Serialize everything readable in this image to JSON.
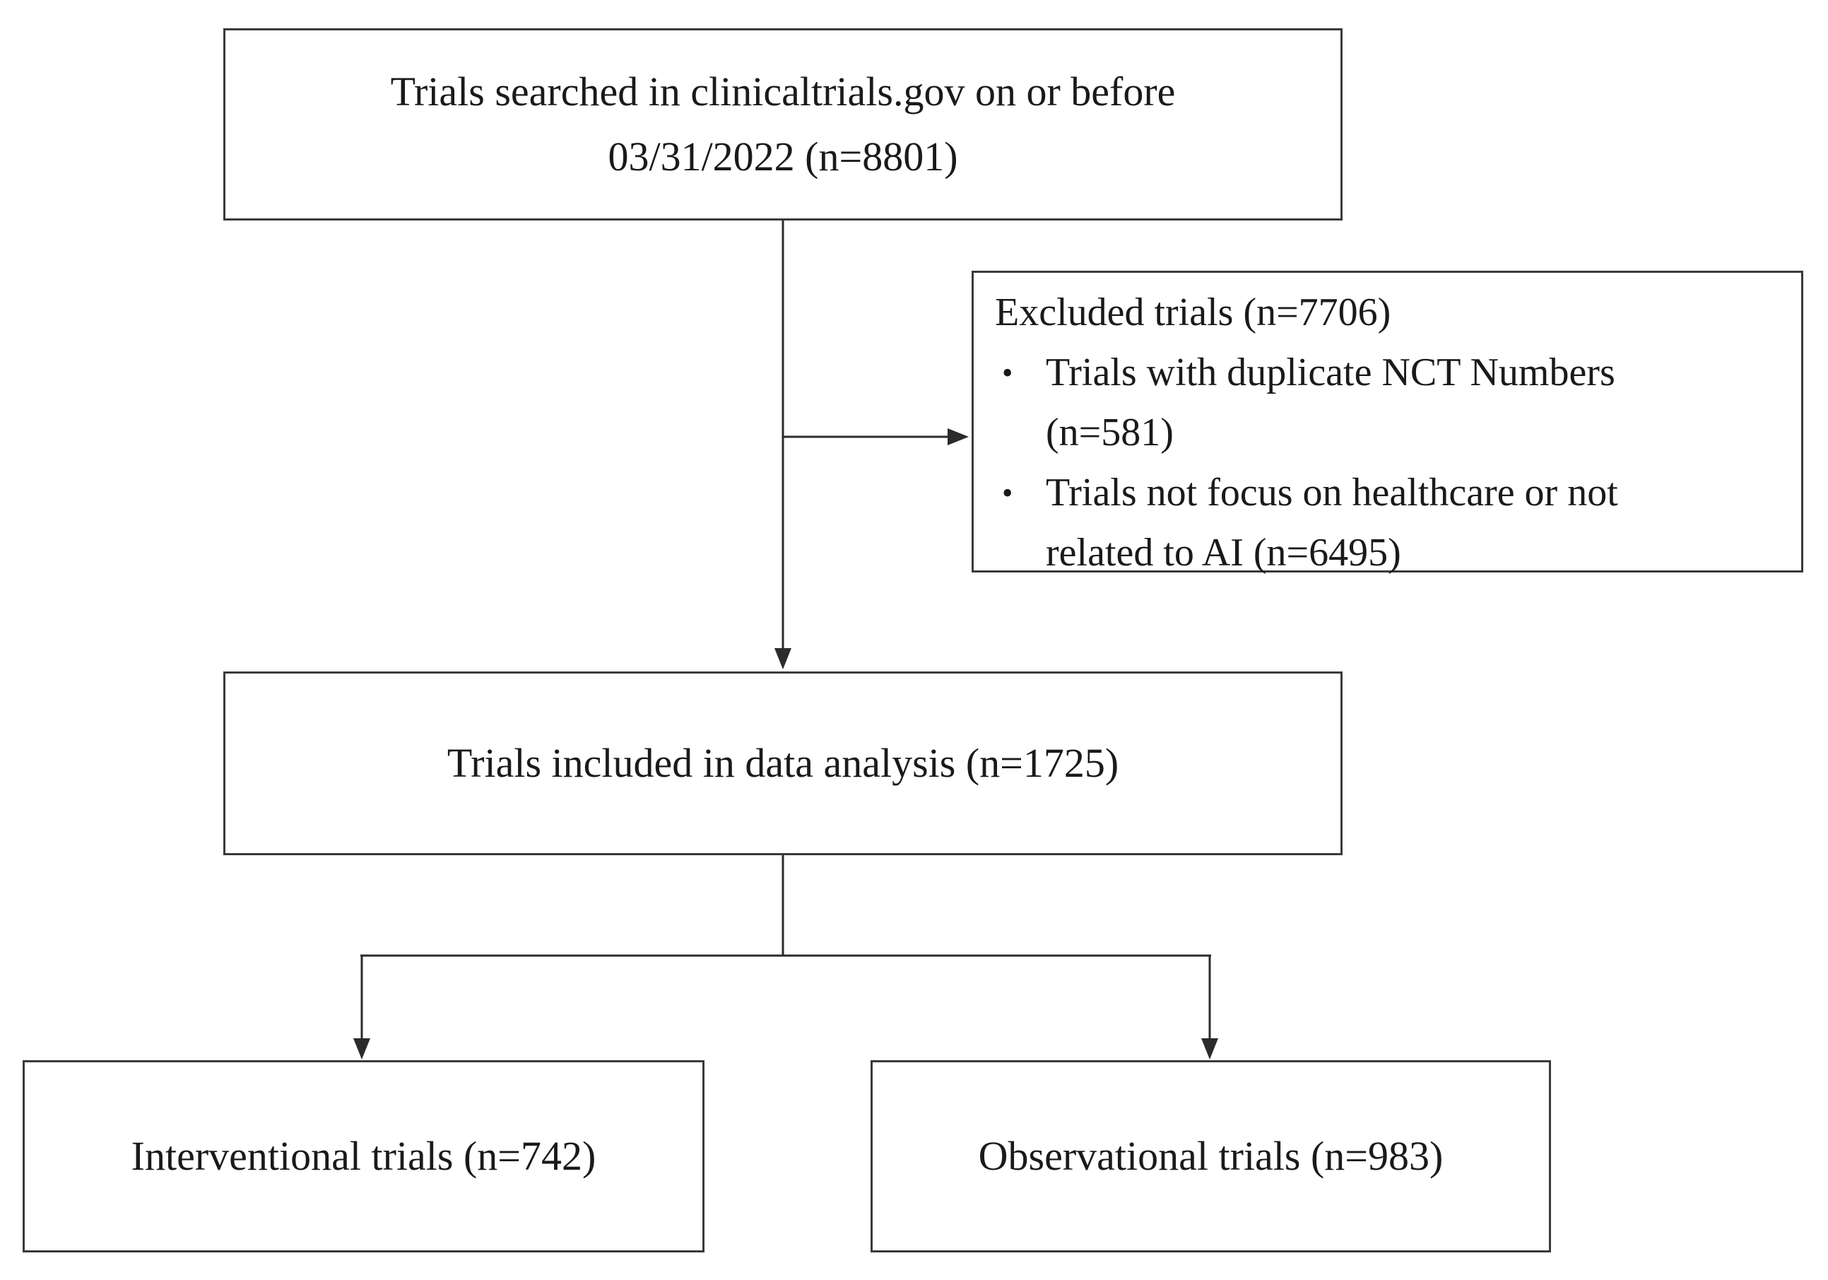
{
  "diagram": {
    "background": "#ffffff",
    "border_color": "#3a3a3a",
    "line_color": "#2b2b2b",
    "text_color": "#1a1a1a",
    "boxes": {
      "searched": {
        "line1": "Trials searched in clinicaltrials.gov on or before",
        "line2": "03/31/2022 (n=8801)"
      },
      "excluded": {
        "title": "Excluded trials (n=7706)",
        "bullet_glyph": "•",
        "bullets": [
          {
            "line1": "Trials with duplicate NCT Numbers",
            "line2": "(n=581)"
          },
          {
            "line1": "Trials not focus on healthcare or not",
            "line2": "related to AI (n=6495)"
          }
        ]
      },
      "included": {
        "text": "Trials included in data analysis (n=1725)"
      },
      "interventional": {
        "text": "Interventional trials (n=742)"
      },
      "observational": {
        "text": "Observational trials (n=983)"
      }
    }
  }
}
